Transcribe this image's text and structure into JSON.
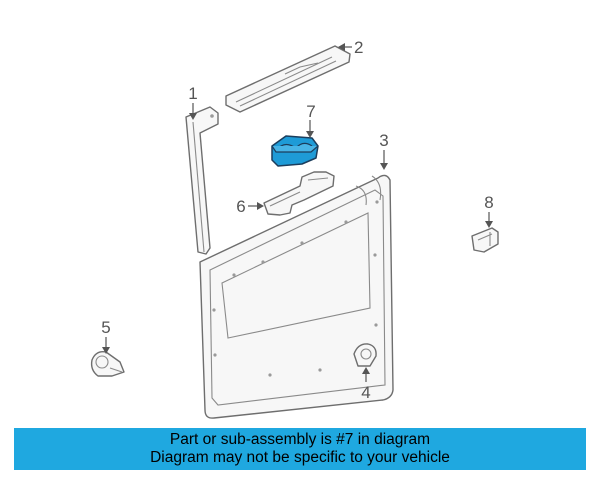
{
  "diagram": {
    "callouts": {
      "c1": "1",
      "c2": "2",
      "c3": "3",
      "c4": "4",
      "c5": "5",
      "c6": "6",
      "c7": "7",
      "c8": "8"
    },
    "highlight_color": "#1e9bd7"
  },
  "banner": {
    "line1": "Part or sub-assembly is #7 in diagram",
    "line2": "Diagram may not be specific to your vehicle",
    "background": "#1fa8e0"
  }
}
